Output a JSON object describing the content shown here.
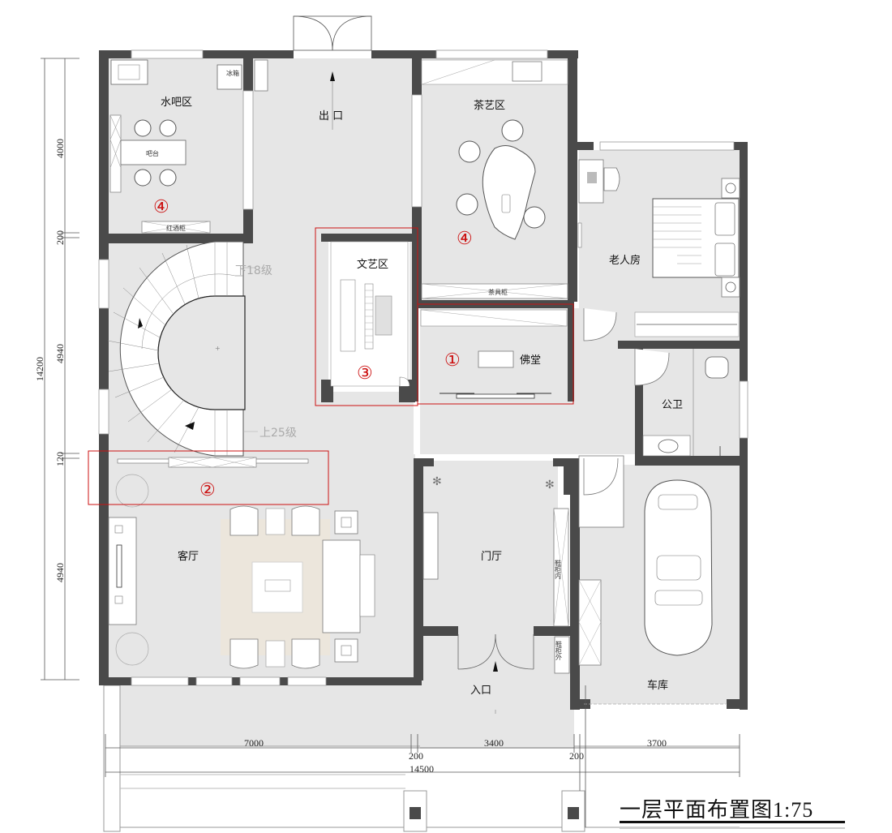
{
  "drawing": {
    "title": "一层平面布置图1:75",
    "scale": "1:75"
  },
  "rooms": {
    "water_bar": {
      "label": "水吧区",
      "fixture_bar": "吧台",
      "fridge": "冰箱",
      "wine_cabinet": "红酒柜"
    },
    "exit": {
      "label": "出 口"
    },
    "tea_room": {
      "label": "茶艺区",
      "cabinet": "茶具柜"
    },
    "elder_room": {
      "label": "老人房"
    },
    "art_area": {
      "label": "文艺区"
    },
    "buddha_hall": {
      "label": "佛堂"
    },
    "public_wc": {
      "label": "公卫"
    },
    "living_room": {
      "label": "客厅"
    },
    "foyer": {
      "label": "门厅",
      "shoe_cabinet_inner": "鞋柜内",
      "shoe_cabinet_outer": "鞋柜外"
    },
    "entrance": {
      "label": "入口"
    },
    "garage": {
      "label": "车库"
    }
  },
  "stairs": {
    "down_label": "下18级",
    "up_label": "上25级"
  },
  "markers": [
    {
      "id": "1",
      "symbol": "①",
      "color": "#cc1111"
    },
    {
      "id": "2",
      "symbol": "②",
      "color": "#cc1111"
    },
    {
      "id": "3",
      "symbol": "③",
      "color": "#cc1111"
    },
    {
      "id": "4a",
      "symbol": "④",
      "color": "#cc1111"
    },
    {
      "id": "4b",
      "symbol": "④",
      "color": "#cc1111"
    }
  ],
  "dimensions": {
    "vertical": {
      "total": "14200",
      "segments": [
        "4000",
        "200",
        "4940",
        "120",
        "4940"
      ]
    },
    "horizontal": {
      "total": "14500",
      "segments": [
        "7000",
        "200",
        "3400",
        "200",
        "3700"
      ]
    }
  },
  "colors": {
    "wall": "#4a4a4a",
    "floor": "#e6e6e6",
    "annotation": "#cc1111",
    "rug": "#ece6dc"
  }
}
